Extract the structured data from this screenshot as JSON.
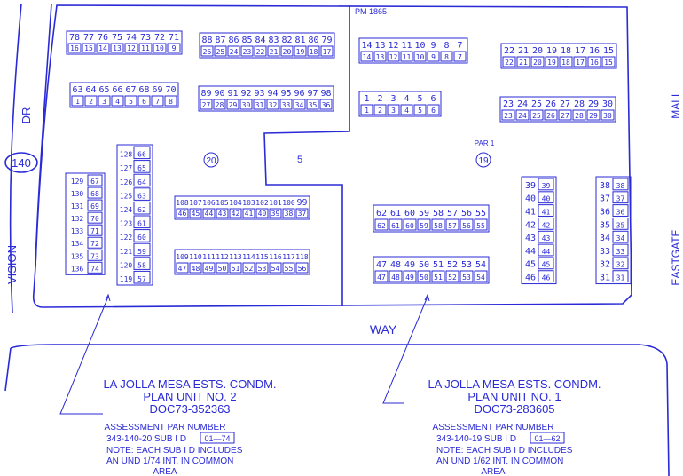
{
  "header": {
    "pm": "PM 1865"
  },
  "streets": {
    "vision": "VISION",
    "dr": "DR",
    "route": "140",
    "way": "WAY",
    "eastgate": "EASTGATE",
    "mall": "MALL"
  },
  "parcel_labels": {
    "p20": "20",
    "p5": "5",
    "p19": "19",
    "par1": "PAR 1"
  },
  "unit_blocks": [
    {
      "id": "b78",
      "top": [
        "78",
        "77",
        "76",
        "75",
        "74",
        "73",
        "72",
        "71"
      ],
      "bottom": [
        "16",
        "15",
        "14",
        "13",
        "12",
        "11",
        "10",
        "9"
      ]
    },
    {
      "id": "b63",
      "top": [
        "63",
        "64",
        "65",
        "66",
        "67",
        "68",
        "69",
        "70"
      ],
      "bottom": [
        "1",
        "2",
        "3",
        "4",
        "5",
        "6",
        "7",
        "8"
      ]
    },
    {
      "id": "b88",
      "top": [
        "88",
        "87",
        "86",
        "85",
        "84",
        "83",
        "82",
        "81",
        "80",
        "79"
      ],
      "bottom": [
        "26",
        "25",
        "24",
        "23",
        "22",
        "21",
        "20",
        "19",
        "18",
        "17"
      ]
    },
    {
      "id": "b89",
      "top": [
        "89",
        "90",
        "91",
        "92",
        "93",
        "94",
        "95",
        "96",
        "97",
        "98"
      ],
      "bottom": [
        "27",
        "28",
        "29",
        "30",
        "31",
        "32",
        "33",
        "34",
        "35",
        "36"
      ]
    },
    {
      "id": "b108",
      "top": [
        "108",
        "107",
        "106",
        "105",
        "104",
        "103",
        "102",
        "101",
        "100",
        "99"
      ],
      "bottom": [
        "46",
        "45",
        "44",
        "43",
        "42",
        "41",
        "40",
        "39",
        "38",
        "37"
      ]
    },
    {
      "id": "b109",
      "top": [
        "109",
        "110",
        "111",
        "112",
        "113",
        "114",
        "115",
        "116",
        "117",
        "118"
      ],
      "bottom": [
        "47",
        "48",
        "49",
        "50",
        "51",
        "52",
        "53",
        "54",
        "55",
        "56"
      ]
    },
    {
      "id": "b14",
      "top": [
        "14",
        "13",
        "12",
        "11",
        "10",
        "9",
        "8",
        "7"
      ],
      "bottom": [
        "14",
        "13",
        "12",
        "11",
        "10",
        "9",
        "8",
        "7"
      ]
    },
    {
      "id": "b1",
      "top": [
        "1",
        "2",
        "3",
        "4",
        "5",
        "6"
      ],
      "bottom": [
        "1",
        "2",
        "3",
        "4",
        "5",
        "6"
      ]
    },
    {
      "id": "b22",
      "top": [
        "22",
        "21",
        "20",
        "19",
        "18",
        "17",
        "16",
        "15"
      ],
      "bottom": [
        "22",
        "21",
        "20",
        "19",
        "18",
        "17",
        "16",
        "15"
      ]
    },
    {
      "id": "b23",
      "top": [
        "23",
        "24",
        "25",
        "26",
        "27",
        "28",
        "29",
        "30"
      ],
      "bottom": [
        "23",
        "24",
        "25",
        "26",
        "27",
        "28",
        "29",
        "30"
      ]
    },
    {
      "id": "b62",
      "top": [
        "62",
        "61",
        "60",
        "59",
        "58",
        "57",
        "56",
        "55"
      ],
      "bottom": [
        "62",
        "61",
        "60",
        "59",
        "58",
        "57",
        "56",
        "55"
      ]
    },
    {
      "id": "b47",
      "top": [
        "47",
        "48",
        "49",
        "50",
        "51",
        "52",
        "53",
        "54"
      ],
      "bottom": [
        "47",
        "48",
        "49",
        "50",
        "51",
        "52",
        "53",
        "54"
      ]
    }
  ],
  "unit_columns": [
    {
      "id": "c129",
      "rows": [
        [
          "129",
          "67"
        ],
        [
          "130",
          "68"
        ],
        [
          "131",
          "69"
        ],
        [
          "132",
          "70"
        ],
        [
          "133",
          "71"
        ],
        [
          "134",
          "72"
        ],
        [
          "135",
          "73"
        ],
        [
          "136",
          "74"
        ]
      ]
    },
    {
      "id": "c128",
      "rows": [
        [
          "128",
          "66"
        ],
        [
          "127",
          "65"
        ],
        [
          "126",
          "64"
        ],
        [
          "125",
          "63"
        ],
        [
          "124",
          "62"
        ],
        [
          "123",
          "61"
        ],
        [
          "122",
          "60"
        ],
        [
          "121",
          "59"
        ],
        [
          "120",
          "58"
        ],
        [
          "119",
          "57"
        ]
      ]
    },
    {
      "id": "c39",
      "rows": [
        [
          "39",
          "39"
        ],
        [
          "40",
          "40"
        ],
        [
          "41",
          "41"
        ],
        [
          "42",
          "42"
        ],
        [
          "43",
          "43"
        ],
        [
          "44",
          "44"
        ],
        [
          "45",
          "45"
        ],
        [
          "46",
          "46"
        ]
      ]
    },
    {
      "id": "c38",
      "rows": [
        [
          "38",
          "38"
        ],
        [
          "37",
          "37"
        ],
        [
          "36",
          "36"
        ],
        [
          "35",
          "35"
        ],
        [
          "34",
          "34"
        ],
        [
          "33",
          "33"
        ],
        [
          "32",
          "32"
        ],
        [
          "31",
          "31"
        ]
      ]
    }
  ],
  "plan2": {
    "line1": "LA JOLLA MESA ESTS. CONDM.",
    "line2": "PLAN UNIT NO. 2",
    "doc": "DOC73-352363",
    "a1": "ASSESSMENT PAR NUMBER",
    "a2": "343-140-20 SUB I D",
    "range": "01—74",
    "n1": "NOTE: EACH SUB I D INCLUDES",
    "n2": "AN UND 1/74 INT. IN COMMON",
    "n3": "AREA"
  },
  "plan1": {
    "line1": "LA JOLLA MESA ESTS. CONDM.",
    "line2": "PLAN UNIT NO. 1",
    "doc": "DOC73-283605",
    "a1": "ASSESSMENT PAR NUMBER",
    "a2": "343-140-19 SUB I D",
    "range": "01—62",
    "n1": "NOTE: EACH SUB I D INCLUDES",
    "n2": "AN UND 1/62 INT. IN COMMON",
    "n3": "AREA"
  }
}
